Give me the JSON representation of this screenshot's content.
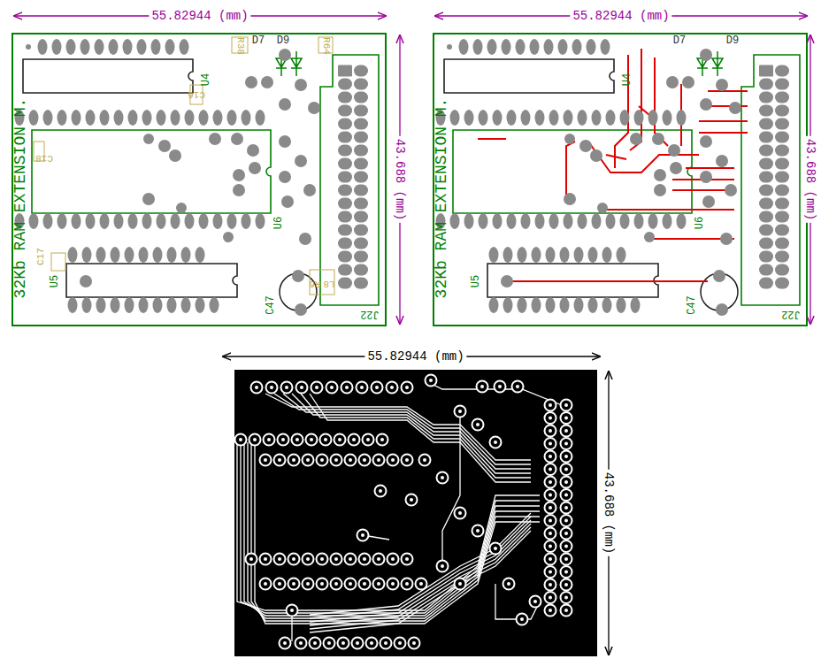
{
  "diagram": {
    "labels": [
      "55.82944 (mm)",
      "43.688 (mm)",
      "32Kb RAM EXTENSION M.",
      "D7",
      "D9",
      "R38",
      "R64",
      "U4",
      "C16",
      "C18",
      "U6",
      "C17",
      "U5",
      "C47",
      "R6",
      "L8",
      "J22",
      "55.82944 (mm)",
      "43.688 (mm)",
      "32Kb RAM EXTENSION M.",
      "D7",
      "D9",
      "U4",
      "U6",
      "U5",
      "C47",
      "J22",
      "55.82944 (mm)",
      "43.688 (mm)"
    ]
  }
}
